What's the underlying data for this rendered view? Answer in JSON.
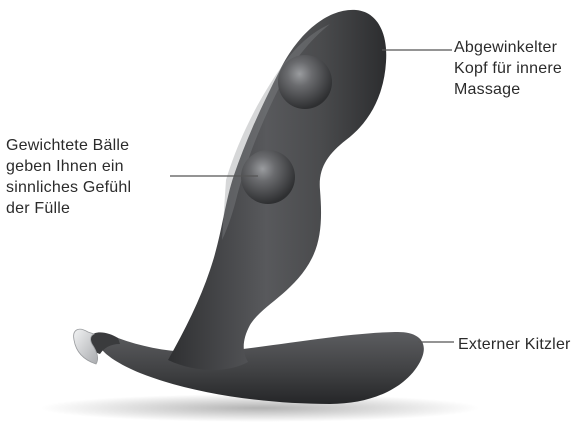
{
  "callouts": {
    "head": {
      "lines": [
        "Abgewinkelter",
        "Kopf für innere",
        "Massage"
      ]
    },
    "balls": {
      "lines": [
        "Gewichtete Bälle",
        "geben Ihnen ein",
        "sinnliches Gefühl",
        "der Fülle"
      ]
    },
    "external": {
      "lines": [
        "Externer Kitzler"
      ]
    }
  },
  "colors": {
    "body": "#4a4b4d",
    "body_dark": "#2a2b2d",
    "highlight": "#8a8c8f",
    "leader_line": "#555555",
    "text": "#2b2b2b",
    "tip": "#cfd0d2"
  },
  "figure": {
    "icon": "product-illustration"
  }
}
